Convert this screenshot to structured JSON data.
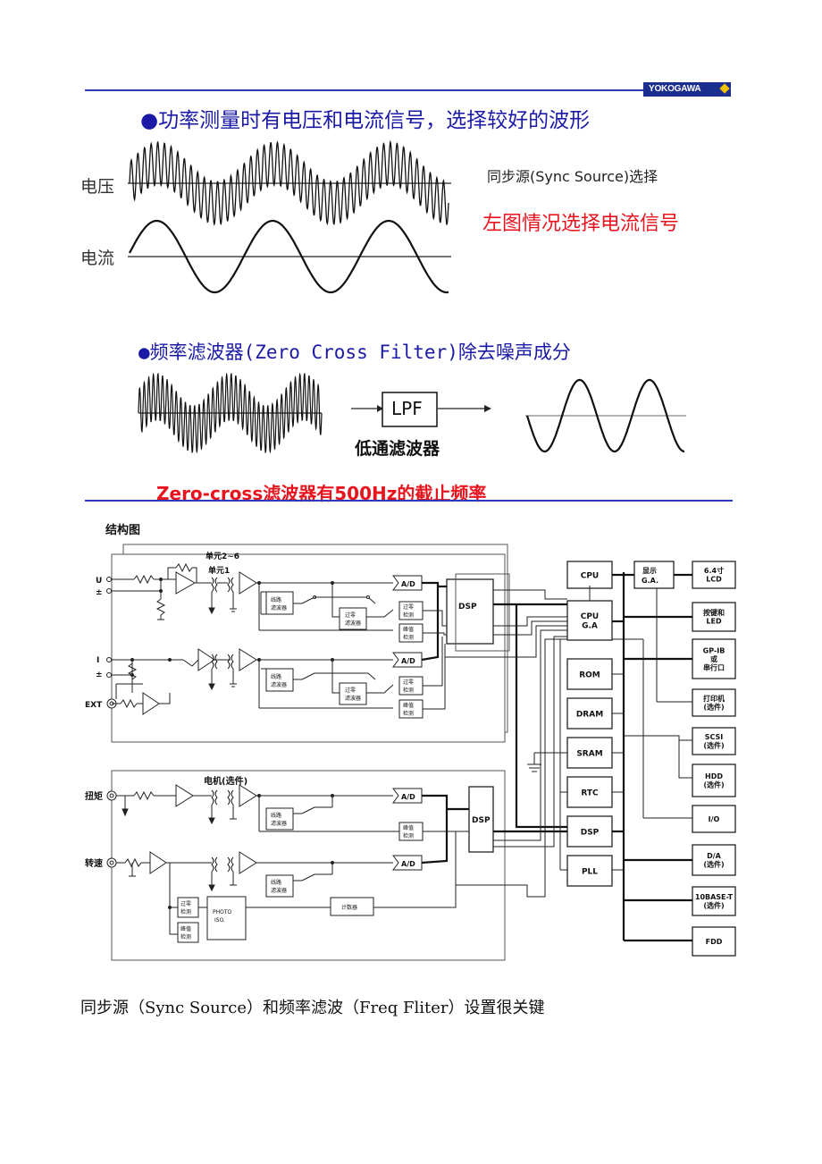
{
  "header": {
    "logo_text": "YOKOGAWA",
    "logo_colors": {
      "background": "#1b2d8f",
      "diamond": "#f2c200"
    }
  },
  "section1": {
    "heading": "●功率测量时有电压和电流信号，选择较好的波形",
    "voltage_label": "电压",
    "current_label": "电流",
    "sync_note": "同步源(Sync Source)选择",
    "red_note": "左图情况选择电流信号"
  },
  "section2": {
    "heading": "●频率滤波器(Zero Cross Filter)除去噪声成分",
    "lpf_label": "LPF",
    "lpf_caption": "低通滤波器",
    "red_note": "Zero-cross滤波器有500Hz的截止频率"
  },
  "diagram": {
    "title": "结构图",
    "unit_range": "单元2~6",
    "unit1": "单元1",
    "motor": "电机(选件)",
    "inputs": {
      "u": "U",
      "u_pm": "±",
      "i": "I",
      "i_pm": "±",
      "ext": "EXT",
      "torque": "扭矩",
      "speed": "转速"
    },
    "blocks": {
      "ad": "A/D",
      "dsp": "DSP",
      "line_filter": [
        "线路",
        "滤波器"
      ],
      "zero_cross_filter": [
        "过零",
        "滤波器"
      ],
      "zero_detect": [
        "过零",
        "检测"
      ],
      "peak_detect": [
        "峰值",
        "检测"
      ],
      "photo": [
        "PHOTO",
        "ISO."
      ],
      "counter": "计数器"
    },
    "center_boxes": [
      "CPU",
      "CPU G.A",
      "ROM",
      "DRAM",
      "SRAM",
      "RTC",
      "DSP",
      "PLL"
    ],
    "display_ga": [
      "显示",
      "G.A."
    ],
    "right_boxes": [
      [
        "6.4寸",
        "LCD"
      ],
      [
        "按键和",
        "LED"
      ],
      [
        "GP-IB",
        "或",
        "串行口"
      ],
      [
        "打印机",
        "(选件)"
      ],
      [
        "SCSI",
        "(选件)"
      ],
      [
        "HDD",
        "(选件)"
      ],
      [
        "I/O"
      ],
      [
        "D/A",
        "(选件)"
      ],
      [
        "10BASE-T",
        "(选件)"
      ],
      [
        "FDD"
      ]
    ]
  },
  "footer_text": "同步源（Sync Source）和频率滤波（Freq Fliter）设置很关键"
}
